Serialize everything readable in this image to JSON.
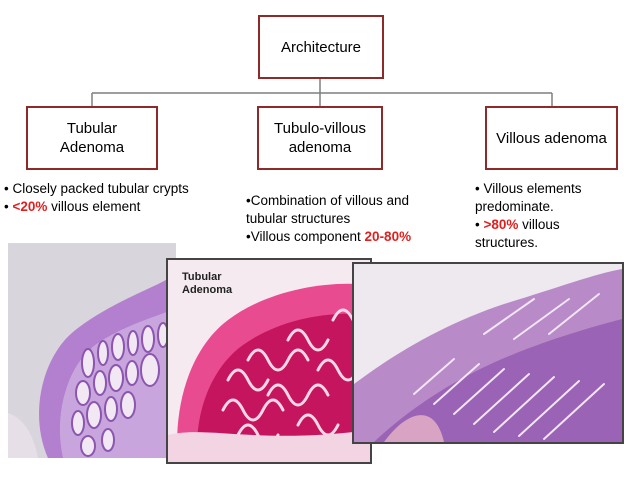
{
  "root": {
    "label": "Architecture"
  },
  "categories": [
    {
      "line1": "Tubular",
      "line2": "Adenoma",
      "bullets": [
        {
          "prefix": "• Closely packed tubular crypts",
          "highlight": "",
          "suffix": ""
        },
        {
          "prefix": "• ",
          "highlight": "<20%",
          "suffix": " villous element"
        }
      ]
    },
    {
      "line1": "Tubulo-villous",
      "line2": "adenoma",
      "bullets": [
        {
          "line1": "•Combination of villous and",
          "line2": "tubular structures"
        },
        {
          "prefix": "•Villous component ",
          "highlight": "20-80%"
        }
      ]
    },
    {
      "line1": "Villous adenoma",
      "bullets": [
        {
          "line1": "• Villous elements",
          "line2": "predominate."
        },
        {
          "prefix": "• ",
          "highlight": ">80%",
          "suffix": "  villous",
          "line2": "structures."
        }
      ]
    }
  ],
  "images": {
    "tubular_caption_line1": "Tubular",
    "tubular_caption_line2": "Adenoma"
  },
  "colors": {
    "box_border": "#8e2a2a",
    "connector": "#7f7f7f",
    "highlight": "#e02020"
  }
}
